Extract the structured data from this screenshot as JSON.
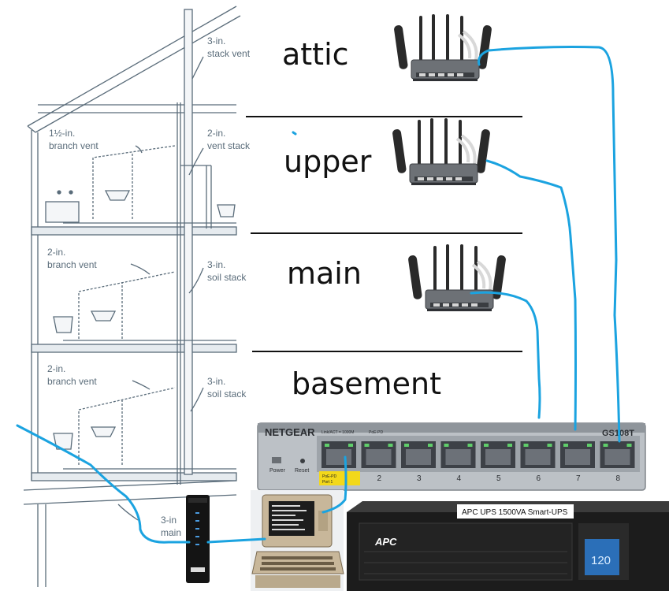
{
  "floors": {
    "attic": "attic",
    "upper": "upper",
    "main": "main",
    "basement": "basement"
  },
  "plumbing": {
    "stack_vent_1": "3-in.",
    "stack_vent_2": "stack vent",
    "upper_branch_1": "1½-in.",
    "upper_branch_2": "branch vent",
    "upper_stack_1": "2-in.",
    "upper_stack_2": "vent stack",
    "main_branch_1": "2-in.",
    "main_branch_2": "branch vent",
    "main_soil_1": "3-in.",
    "main_soil_2": "soil stack",
    "base_branch_1": "2-in.",
    "base_branch_2": "branch vent",
    "base_soil_1": "3-in.",
    "base_soil_2": "soil stack",
    "drain_1": "3-in",
    "drain_2": "main"
  },
  "switch": {
    "brand": "NETGEAR",
    "model": "GS108T",
    "power_label": "Power",
    "reset_label": "Reset",
    "port_header_1": "Link/ACT = 1000M",
    "port_header_2": "PoE-PD",
    "port1_badge_1": "PoE-PD",
    "port1_badge_2": "Port 1",
    "ports": [
      "1",
      "2",
      "3",
      "4",
      "5",
      "6",
      "7",
      "8"
    ]
  },
  "ups": {
    "label": "APC UPS 1500VA Smart-UPS",
    "brand": "APC",
    "display_value": "120"
  },
  "colors": {
    "cable": "#1ba3e0",
    "switch_body": "#bcc1c6",
    "port_yellow": "#f3d81a",
    "ups_body": "#1c1c1c"
  }
}
